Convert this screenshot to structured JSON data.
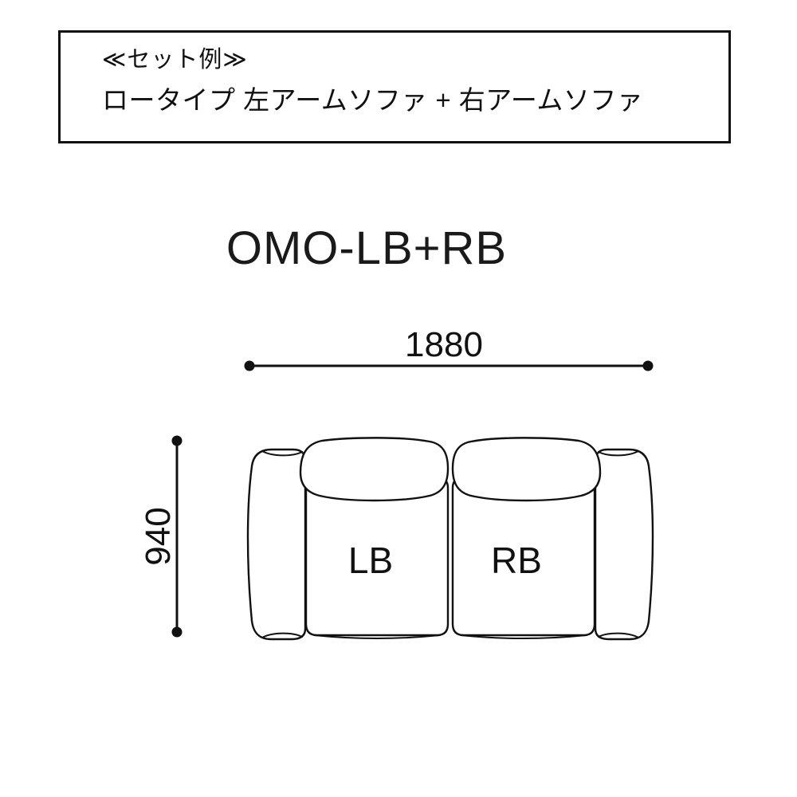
{
  "info_box": {
    "heading": "≪セット例≫",
    "description": "ロータイプ 左アームソファ + 右アームソファ"
  },
  "diagram": {
    "model_title": "OMO-LB+RB",
    "width_dim": "1880",
    "depth_dim": "940",
    "left_unit_label": "LB",
    "right_unit_label": "RB"
  },
  "colors": {
    "line": "#111111",
    "background": "#ffffff"
  }
}
